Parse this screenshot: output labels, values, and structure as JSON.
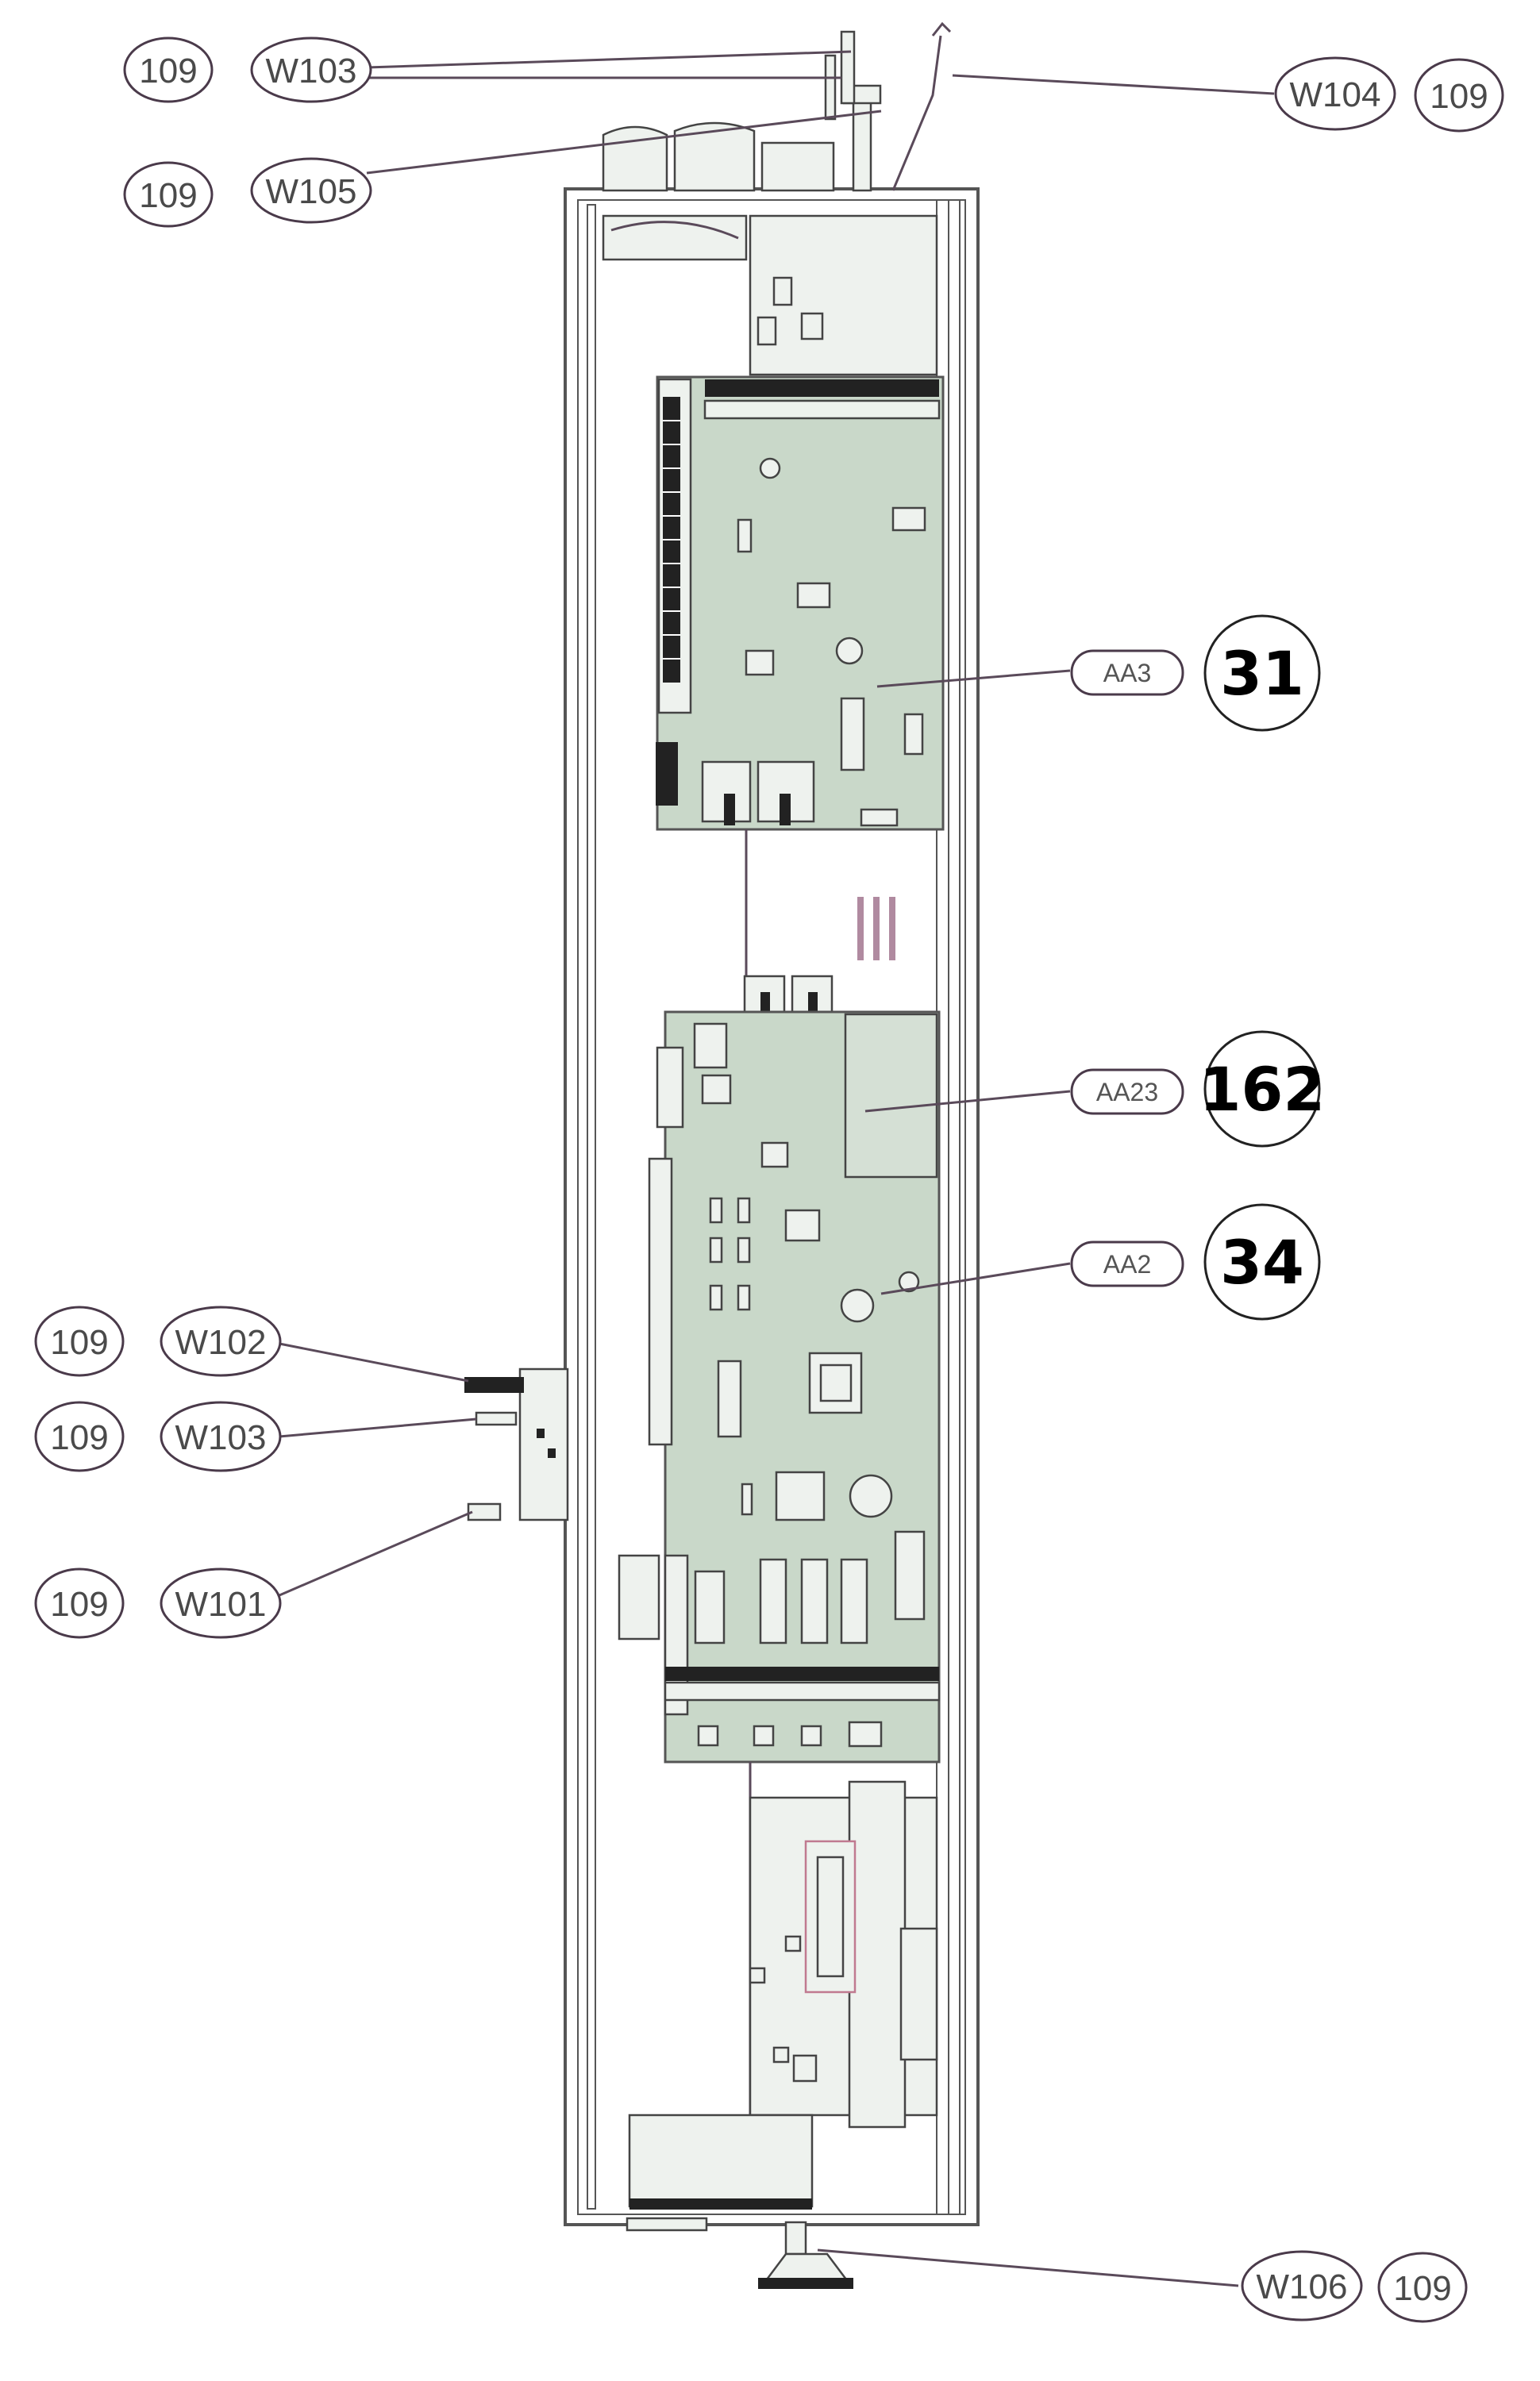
{
  "wiring_labels": {
    "top_left_1": {
      "code": "W103",
      "ref": "109"
    },
    "top_left_2": {
      "code": "W105",
      "ref": "109"
    },
    "top_right": {
      "code": "W104",
      "ref": "109"
    },
    "left_1": {
      "code": "W102",
      "ref": "109"
    },
    "left_2": {
      "code": "W103",
      "ref": "109"
    },
    "left_3": {
      "code": "W101",
      "ref": "109"
    },
    "bottom_right": {
      "code": "W106",
      "ref": "109"
    }
  },
  "board_callouts": {
    "aa3": {
      "code": "AA3",
      "ref": "31"
    },
    "aa23": {
      "code": "AA23",
      "ref": "162"
    },
    "aa2": {
      "code": "AA2",
      "ref": "34"
    }
  }
}
